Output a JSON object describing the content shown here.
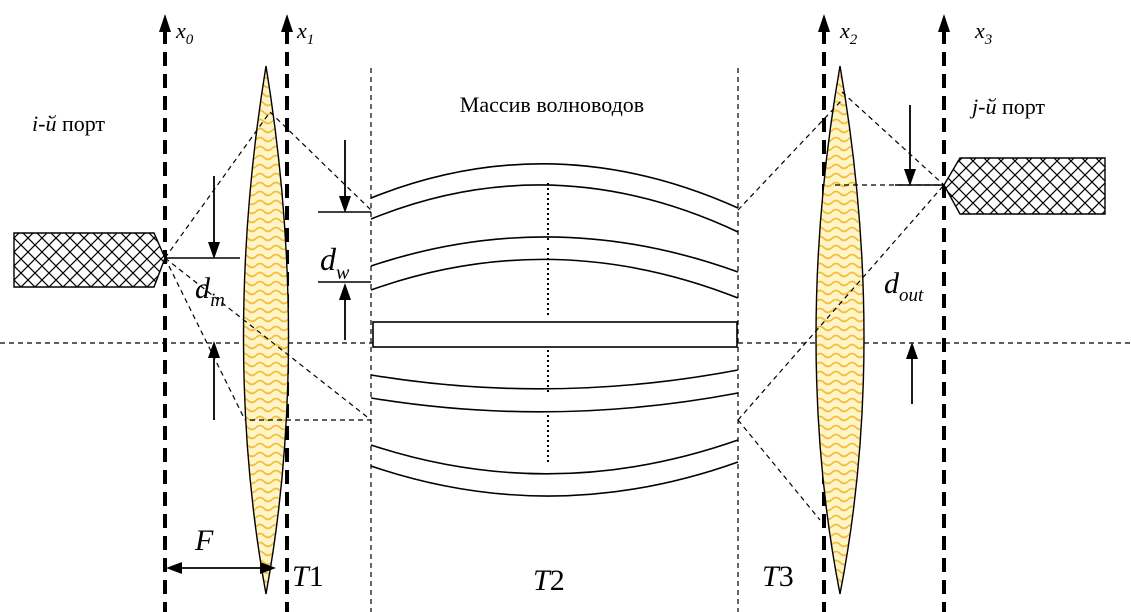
{
  "axes": {
    "x0": {
      "main": "x",
      "sub": "0"
    },
    "x1": {
      "main": "x",
      "sub": "1"
    },
    "x2": {
      "main": "x",
      "sub": "2"
    },
    "x3": {
      "main": "x",
      "sub": "3"
    }
  },
  "ports": {
    "input": {
      "italic": "i-й",
      "rest": " порт"
    },
    "output": {
      "italic": "j-й",
      "rest": " порт"
    }
  },
  "array_title": "Массив волноводов",
  "dims": {
    "dw": {
      "main": "d",
      "sub": "w"
    },
    "din": {
      "main": "d",
      "sub": "in"
    },
    "dout": {
      "main": "d",
      "sub": "out"
    },
    "focal": "F"
  },
  "sections": {
    "t1": {
      "letter": "T",
      "num": "1"
    },
    "t2": {
      "letter": "T",
      "num": "2"
    },
    "t3": {
      "letter": "T",
      "num": "3"
    }
  },
  "colors": {
    "lens_fill": "#fff4c8",
    "lens_wave": "#f2bf3a",
    "hatch": "#000000"
  }
}
